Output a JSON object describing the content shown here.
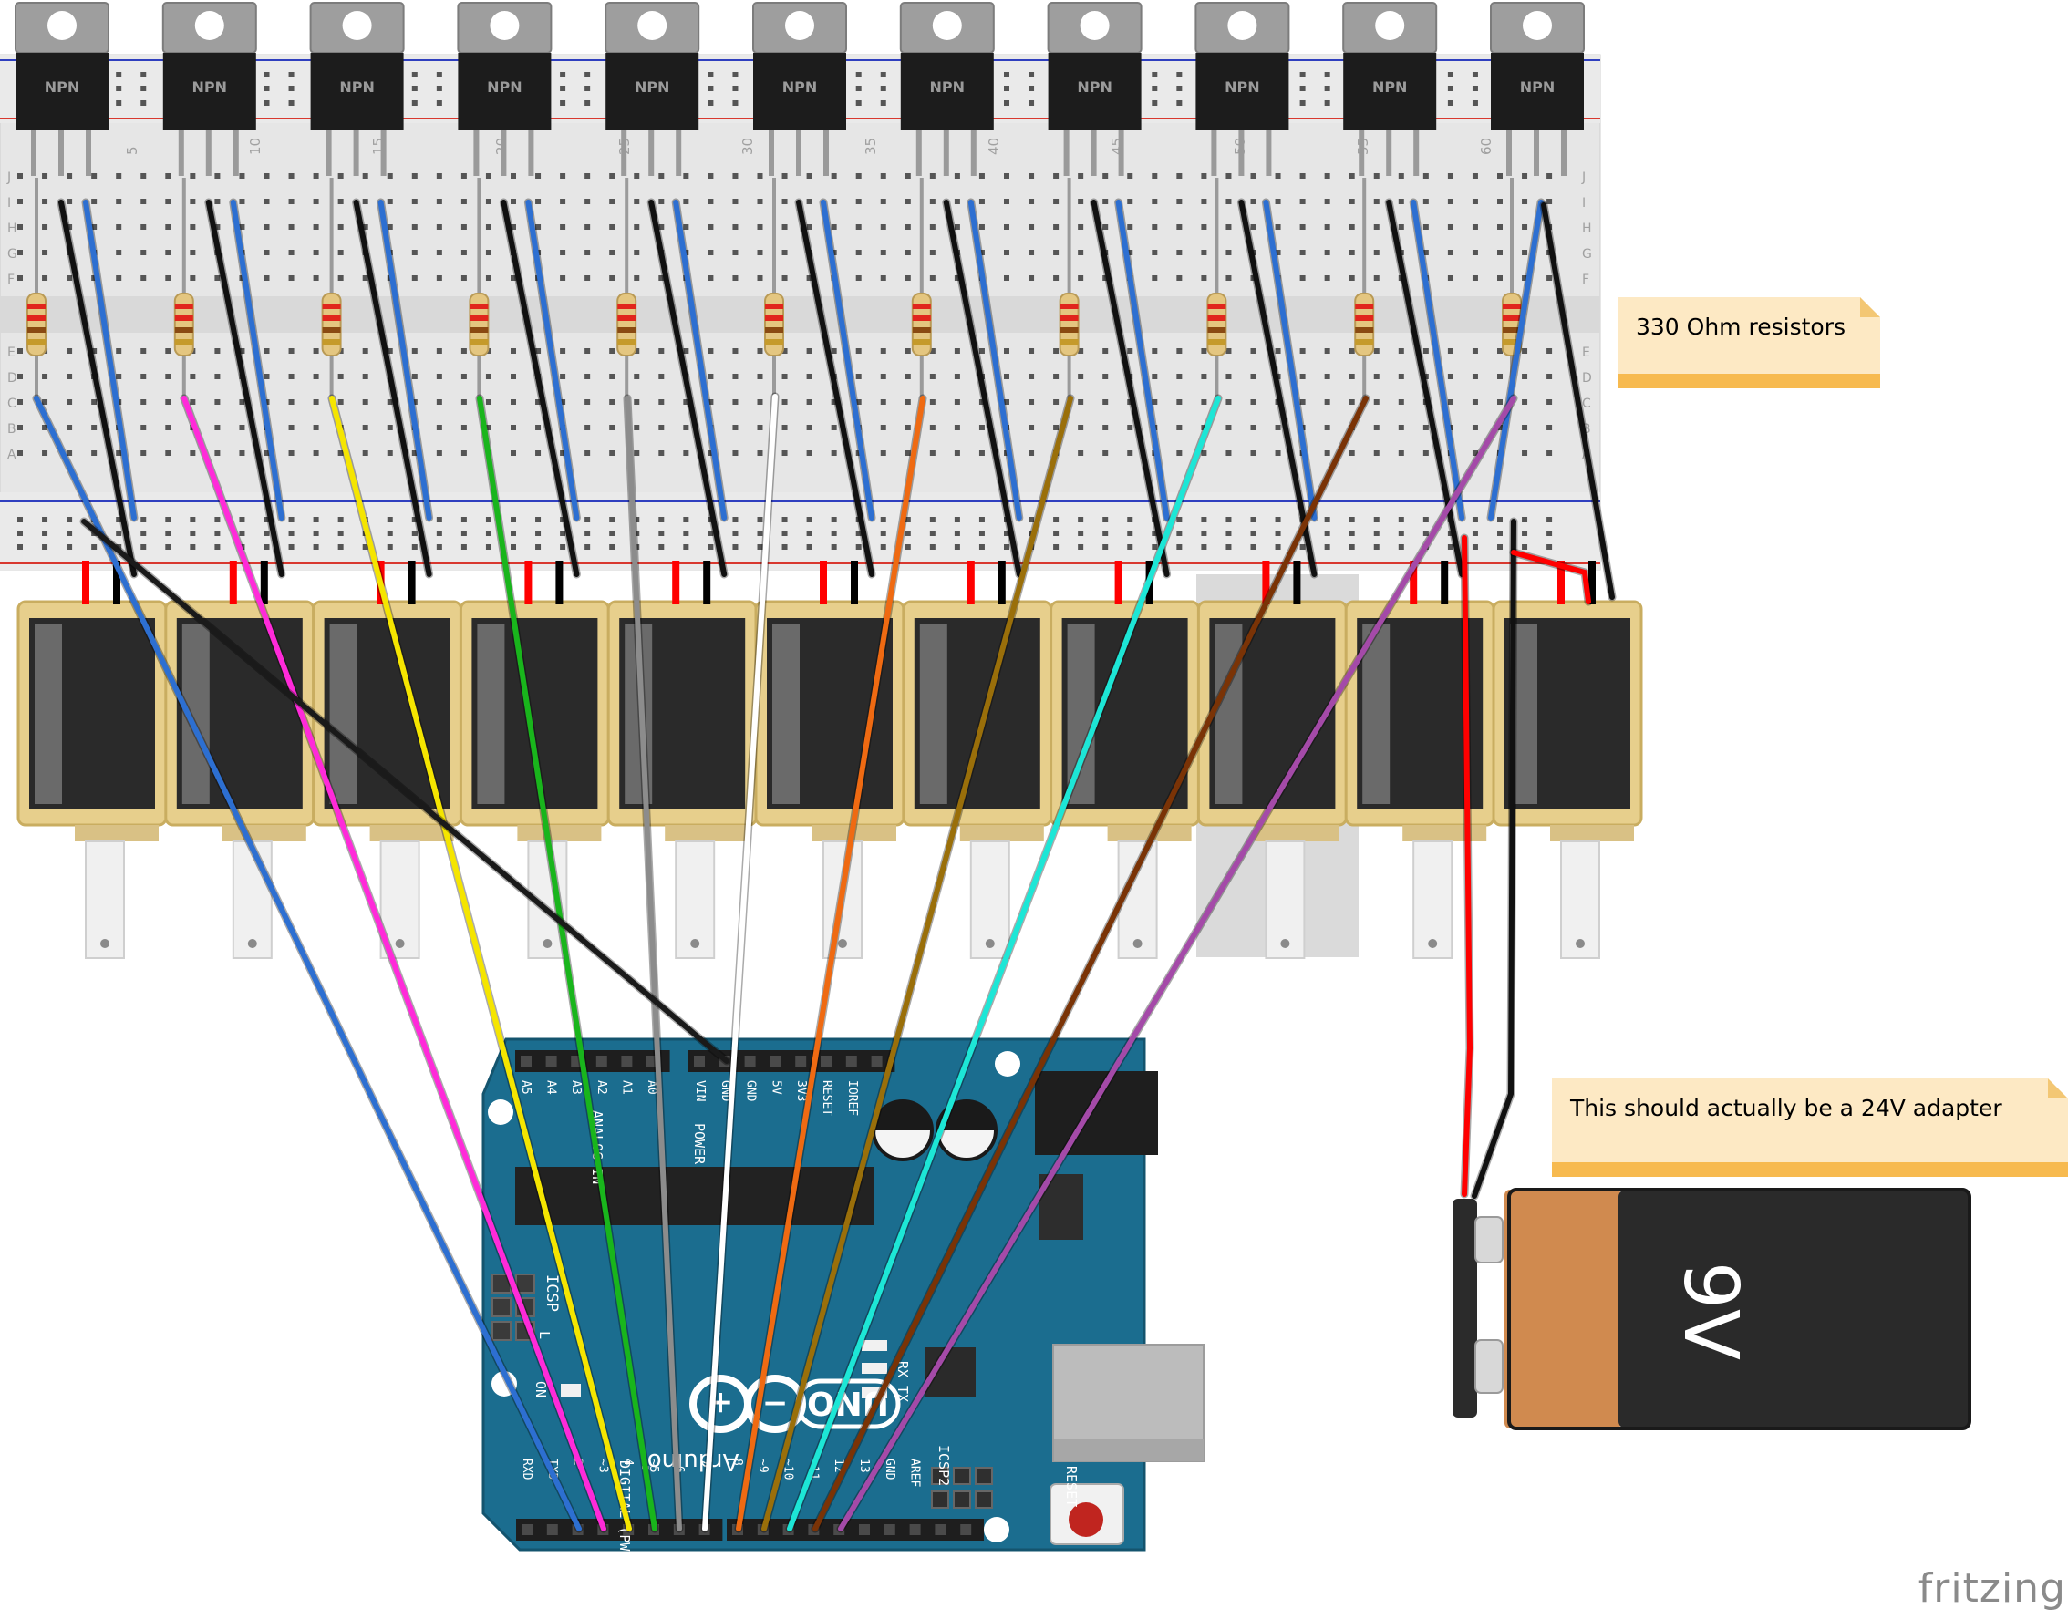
{
  "diagram": {
    "transistor_count": 11,
    "transistor_label": "NPN",
    "solenoid_count": 11,
    "resistor_count": 11,
    "breadboard": {
      "column_numbers": [
        "5",
        "10",
        "15",
        "20",
        "25",
        "30",
        "35",
        "40",
        "45",
        "50",
        "55",
        "60"
      ],
      "row_letters_top": [
        "J",
        "I",
        "H",
        "G",
        "F"
      ],
      "row_letters_bottom": [
        "E",
        "D",
        "C",
        "B",
        "A"
      ]
    },
    "arduino": {
      "model_label": "UNO",
      "brand_label": "Arduino",
      "trademark": "™",
      "analog_header_label": "ANALOG IN",
      "analog_pins": [
        "A5",
        "A4",
        "A3",
        "A2",
        "A1",
        "A0"
      ],
      "power_header_label": "POWER",
      "power_pins": [
        "VIN",
        "GND",
        "GND",
        "5V",
        "3V3",
        "RESET",
        "IOREF"
      ],
      "digital_header_label": "DIGITAL (PWM=~)",
      "digital_pin_labels": [
        "RXD",
        "TXD",
        "2",
        "~3",
        "4",
        "~5",
        "~6",
        "7",
        "8",
        "~9",
        "~10",
        "~11",
        "12",
        "13",
        "GND",
        "AREF"
      ],
      "icsp_label": "ICSP",
      "icsp2_label": "ICSP2",
      "reset_label": "RESET",
      "on_label": "ON",
      "l_label": "L",
      "tx_label": "TX",
      "rx_label": "RX"
    },
    "battery": {
      "label": "9V"
    },
    "wire_colors": [
      "#2d6fd1",
      "#ff2ad9",
      "#f5e500",
      "#19b51c",
      "#8c8c8c",
      "#ffffff",
      "#ef6a12",
      "#9a6f0a",
      "#1de6d6",
      "#7a3306",
      "#a44aa8"
    ],
    "notes": [
      {
        "id": "resistor-note",
        "text": "330 Ohm resistors"
      },
      {
        "id": "adapter-note",
        "text": "This should actually be a 24V adapter"
      }
    ],
    "watermark": "fritzing"
  }
}
